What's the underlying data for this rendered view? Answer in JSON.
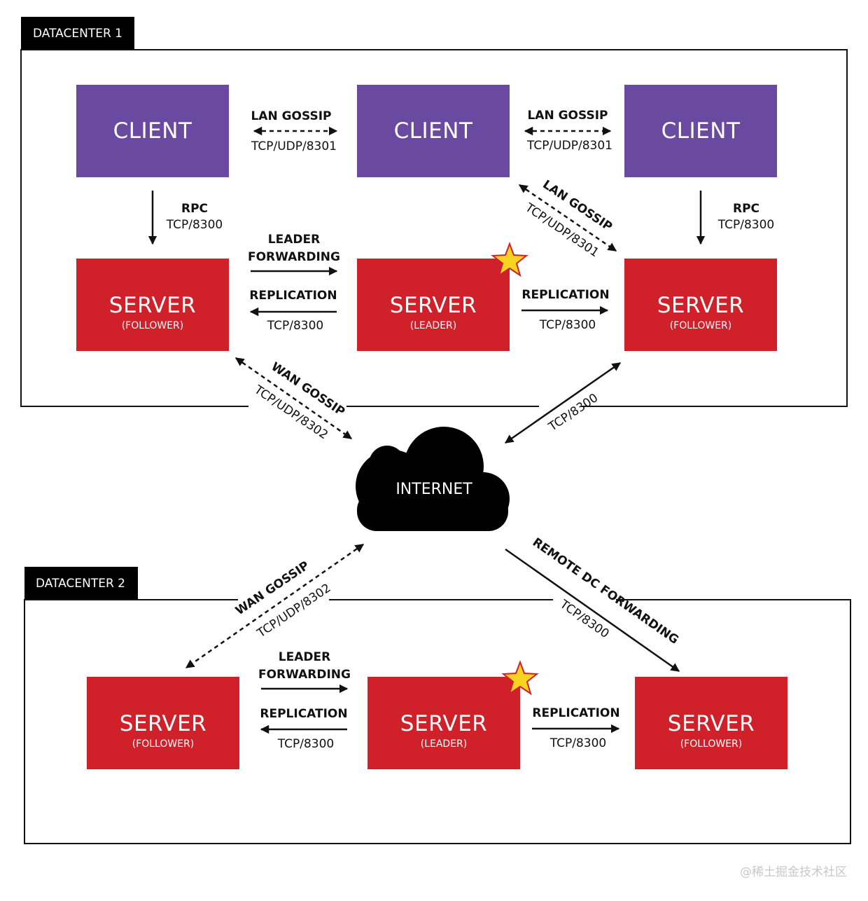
{
  "colors": {
    "client": "#6a4aa0",
    "server": "#d0202a",
    "star": "#f5d31e",
    "ink": "#111111"
  },
  "datacenters": {
    "dc1": {
      "label": "DATACENTER 1"
    },
    "dc2": {
      "label": "DATACENTER 2"
    }
  },
  "nodes": {
    "client": "CLIENT",
    "server": "SERVER",
    "follower": "(FOLLOWER)",
    "leader": "(LEADER)"
  },
  "labels": {
    "lan_gossip": "LAN GOSSIP",
    "tcp_udp_8301": "TCP/UDP/8301",
    "rpc": "RPC",
    "tcp_8300": "TCP/8300",
    "leader": "LEADER",
    "forwarding": "FORWARDING",
    "replication": "REPLICATION",
    "wan_gossip": "WAN GOSSIP",
    "tcp_udp_8302": "TCP/UDP/8302",
    "remote_dc_forwarding": "REMOTE DC FORWARDING"
  },
  "internet": {
    "label": "INTERNET"
  },
  "watermark": "@稀土掘金技术社区",
  "icons": {
    "leader_marker": "star-icon",
    "network": "cloud-icon"
  }
}
